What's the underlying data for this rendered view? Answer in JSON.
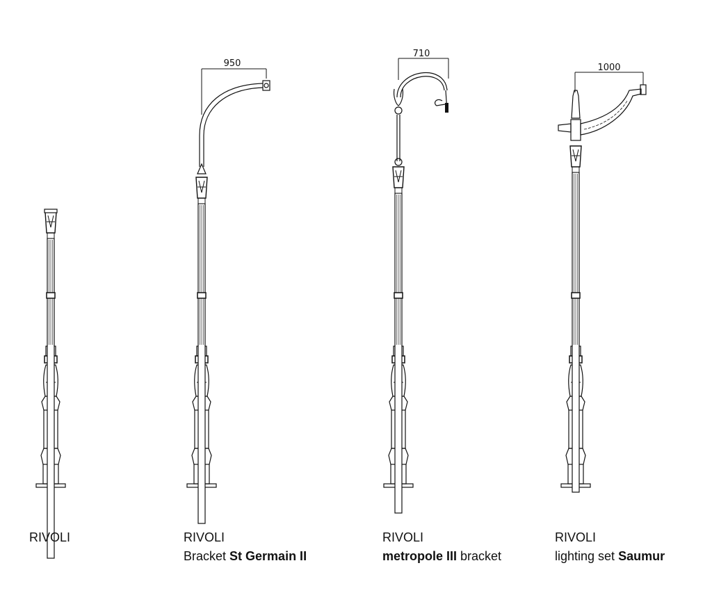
{
  "products": [
    {
      "name": "RIVOLI",
      "line2_pre": "",
      "line2_bold": "",
      "line2_post": "",
      "dimension": null,
      "bracket": "none"
    },
    {
      "name": "RIVOLI",
      "line2_pre": "Bracket ",
      "line2_bold": "St Germain II",
      "line2_post": "",
      "dimension": "950",
      "bracket": "st-germain"
    },
    {
      "name": "RIVOLI",
      "line2_pre": "",
      "line2_bold": "metropole III",
      "line2_post": " bracket",
      "dimension": "710",
      "bracket": "metropole"
    },
    {
      "name": "RIVOLI",
      "line2_pre": "lighting set ",
      "line2_bold": "Saumur",
      "line2_post": "",
      "dimension": "1000",
      "bracket": "saumur"
    }
  ],
  "colors": {
    "line": "#111111",
    "background": "#ffffff"
  }
}
